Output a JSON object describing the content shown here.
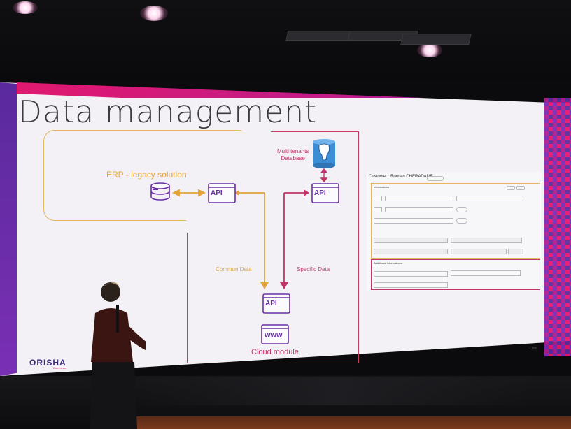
{
  "slide": {
    "title": "Data management",
    "erp_label": "ERP - legacy solution",
    "api_label": "API",
    "www_label": "WWW",
    "multi_tenants_label": "Multi tenants\nDatabase",
    "commun_data_label": "Commun Data",
    "specific_data_label": "Specific Data",
    "cloud_module_label": "Cloud module",
    "page_number": "- 186"
  },
  "form": {
    "title": "Customer : Romain CHERADAME",
    "section_informations": "Informations",
    "section_additional": "Additional Informations"
  },
  "logo": {
    "text": "ORISHA",
    "sub": "Commerce"
  },
  "colors": {
    "accent_magenta": "#e0196f",
    "accent_purple": "#6a2fa7",
    "erp_gold": "#e0a43a",
    "cloud_red": "#c0346a"
  }
}
